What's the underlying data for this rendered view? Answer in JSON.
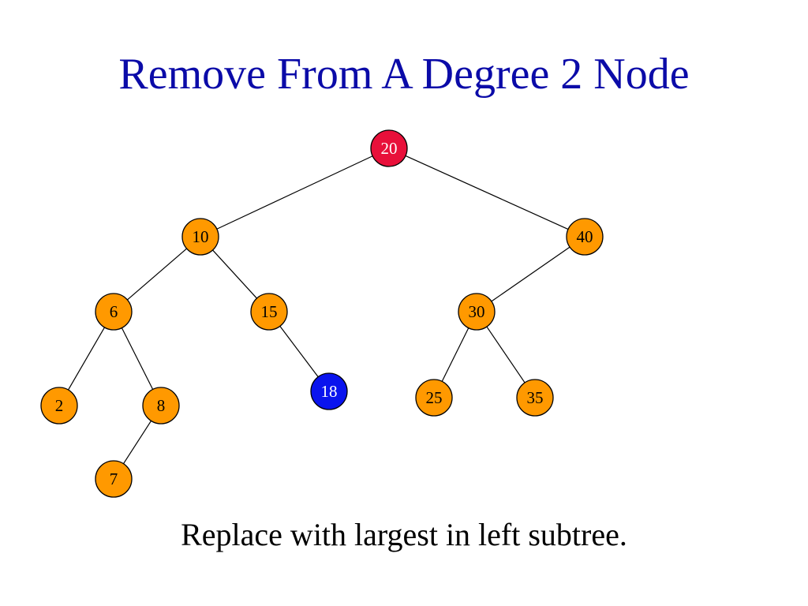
{
  "slide": {
    "title": "Remove From A Degree 2 Node",
    "caption": "Replace with largest in left subtree."
  },
  "colors": {
    "title": "#0b0ba8",
    "node_default": "#ff9900",
    "node_removed": "#e8103a",
    "node_replacement": "#0a14ee",
    "text_default": "#000000",
    "text_highlight": "#ffffff"
  },
  "tree": {
    "nodes": [
      {
        "id": "n20",
        "label": "20",
        "role": "removed"
      },
      {
        "id": "n10",
        "label": "10",
        "role": "default"
      },
      {
        "id": "n40",
        "label": "40",
        "role": "default"
      },
      {
        "id": "n6",
        "label": "6",
        "role": "default"
      },
      {
        "id": "n15",
        "label": "15",
        "role": "default"
      },
      {
        "id": "n30",
        "label": "30",
        "role": "default"
      },
      {
        "id": "n2",
        "label": "2",
        "role": "default"
      },
      {
        "id": "n8",
        "label": "8",
        "role": "default"
      },
      {
        "id": "n18",
        "label": "18",
        "role": "replacement"
      },
      {
        "id": "n25",
        "label": "25",
        "role": "default"
      },
      {
        "id": "n35",
        "label": "35",
        "role": "default"
      },
      {
        "id": "n7",
        "label": "7",
        "role": "default"
      }
    ],
    "edges": [
      [
        "n20",
        "n10"
      ],
      [
        "n20",
        "n40"
      ],
      [
        "n10",
        "n6"
      ],
      [
        "n10",
        "n15"
      ],
      [
        "n40",
        "n30"
      ],
      [
        "n6",
        "n2"
      ],
      [
        "n6",
        "n8"
      ],
      [
        "n15",
        "n18"
      ],
      [
        "n30",
        "n25"
      ],
      [
        "n30",
        "n35"
      ],
      [
        "n8",
        "n7"
      ]
    ]
  }
}
